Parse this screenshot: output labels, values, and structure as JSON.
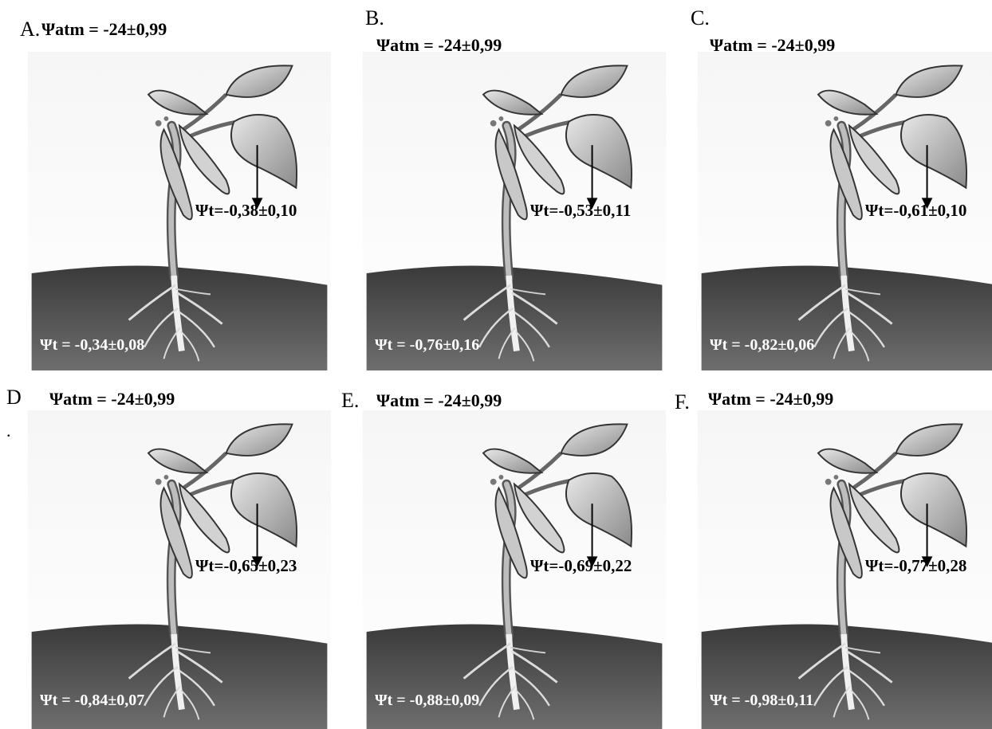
{
  "panels": [
    {
      "letter": "A.",
      "psi_atm": "Ψatm = -24±0,99",
      "psi_leaf": "Ψt=-0,38±0,10",
      "psi_soil": "Ψt = -0,34±0,08"
    },
    {
      "letter": "B.",
      "psi_atm": "Ψatm = -24±0,99",
      "psi_leaf": "Ψt=-0,53±0,11",
      "psi_soil": "Ψt = -0,76±0,16"
    },
    {
      "letter": "C.",
      "psi_atm": "Ψatm = -24±0,99",
      "psi_leaf": "Ψt=-0,61±0,10",
      "psi_soil": "Ψt = -0,82±0,06"
    },
    {
      "letter": "D",
      "psi_atm": "Ψatm = -24±0,99",
      "psi_leaf": "Ψt=-0,65±0,23",
      "psi_soil": "Ψt = -0,84±0,07"
    },
    {
      "letter": "E.",
      "psi_atm": "Ψatm = -24±0,99",
      "psi_leaf": "Ψt=-0,69±0,22",
      "psi_soil": "Ψt = -0,88±0,09"
    },
    {
      "letter": "F.",
      "psi_atm": "Ψatm = -24±0,99",
      "psi_leaf": "Ψt=-0,77±0,28",
      "psi_soil": "Ψt = -0,98±0,11"
    }
  ],
  "d_dot": "."
}
